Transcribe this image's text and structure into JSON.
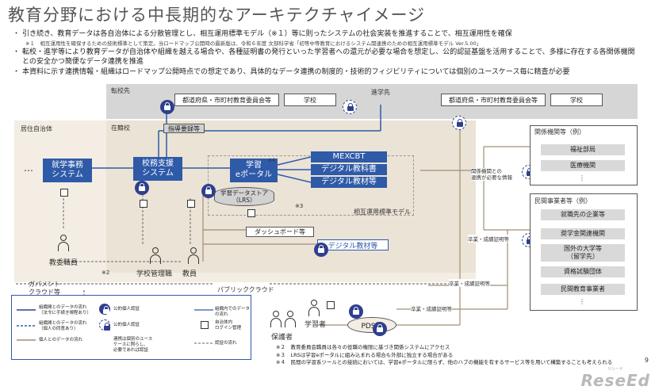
{
  "page": {
    "title": "教育分野における中長期的なアーキテクチャイメージ",
    "page_number": "9",
    "logo_text": "ReseEd",
    "logo_sub": "リシード"
  },
  "bullets": [
    "引き続き、教育データは各自治体による分散管理とし、相互運用標準モデル（※１）等に則ったシステムの社会実装を推進することで、相互運用性を確保",
    "転校・進学等により教育データが自治体や組織を越える場合や、各種証明書の発行といった学習者への還元が必要な場合を想定し、公的認証基盤を活用することで、多様に存在する各関係機関との安全かつ簡便なデータ連携を推進",
    "本資料に示す連携情報・組織はロードマップ公開時点での想定であり、具体的なデータ連携の制度的・技術的フィジビリティについては個別のユースケース毎に精査が必要"
  ],
  "bullet_note": "※１　相互運用性を確保するための技術標準として策定。当ロードマップ公開時の最新版は、令和６年度 文部科学省「初等中等教育におけるシステム関連携のための相互運用標準モデル Ver.5.00」",
  "zones": {
    "transfer_out": "転校先",
    "transfer_out_pref": "都道府県・市町村教育委員会等",
    "transfer_out_school": "学校",
    "advance": "進学先",
    "advance_pref": "都道府県・市町村教育委員会等",
    "advance_school": "学校",
    "residence": "居住自治体",
    "enrolled_school": "在籍校",
    "interop_model": "相互運用標準モデル",
    "government_cloud": "ガバメント\nクラウド等",
    "public_cloud": "パブリッククラウド"
  },
  "systems": {
    "ellipsis": "…",
    "enrollment": "就学事務\nシステム",
    "school_support": "校務支援\nシステム",
    "learning_portal": "学習\neポータル",
    "note4": "※4",
    "mexcbt": "MEXCBT",
    "digital_textbook": "デジタル教科書",
    "digital_materials": "デジタル教材等",
    "lrs": "学習データストア\n（LRS）",
    "note3": "※3",
    "dashboard": "ダッシュボード等",
    "digital_materials2": "デジタル教材等",
    "guidance_records": "指導要録等",
    "pds": "PDS等"
  },
  "people": {
    "board_staff": "教委職員",
    "note2": "※2",
    "school_admin": "学校管理職",
    "teacher": "教員",
    "learner": "学習者",
    "guardian": "保護者"
  },
  "related_orgs": {
    "title": "関係機関等（例）",
    "items": [
      "福祉部局",
      "医療機関",
      "⋮"
    ]
  },
  "private_orgs": {
    "title": "民間事業者等（例）",
    "items": [
      "就職先の企業等",
      "奨学金関連機関",
      "国外の大学等\n（留学先）",
      "資格試験団体",
      "民間教育事業者",
      "⋮"
    ]
  },
  "flow_labels": {
    "related_info": "関係機関との\n連携が必要な情報",
    "graduation_cert1": "卒業・成績証明等",
    "graduation_cert2": "卒業・成績証明等",
    "graduation_cert3": "卒業・成績証明等"
  },
  "legend": {
    "org_flow": "組織間とのデータの流れ\n（法令に手続き規程あり）",
    "org_flow_consent": "組織間とのデータの流れ\n（個人の同意あり）",
    "personal_flow": "個人とのデータの流れ",
    "public_auth": "公的個人認証",
    "public_auth_dash": "公的個人認証",
    "case_note": "連携は個別のユース\nケースに照らし、\n必要であれば認証",
    "intra_flow": "組織内でのデータの流れ",
    "login_mgmt": "自治体内\nログイン管理",
    "auth_flow": "認証の流れ"
  },
  "footnotes": [
    "※２　教育委員会職員は各々の役職の権限に基づき関係システムにアクセス",
    "※３　LRSは学習eポータルに組み込まれる場合も外部に独立する場合がある",
    "※４　民間の学習系ツールとの接続においては、学習eポータルに限らず、他のハブの機能を有するサービス等を用いて構築することも考えられる"
  ],
  "colors": {
    "primary_blue": "#2e5aa8",
    "lock_navy": "#2e3f8f",
    "gray_box": "#d2d2d2",
    "zone_beige": "#f3ede3",
    "zone_gray": "#d6d6d6",
    "brown_flow": "#a08f73"
  }
}
